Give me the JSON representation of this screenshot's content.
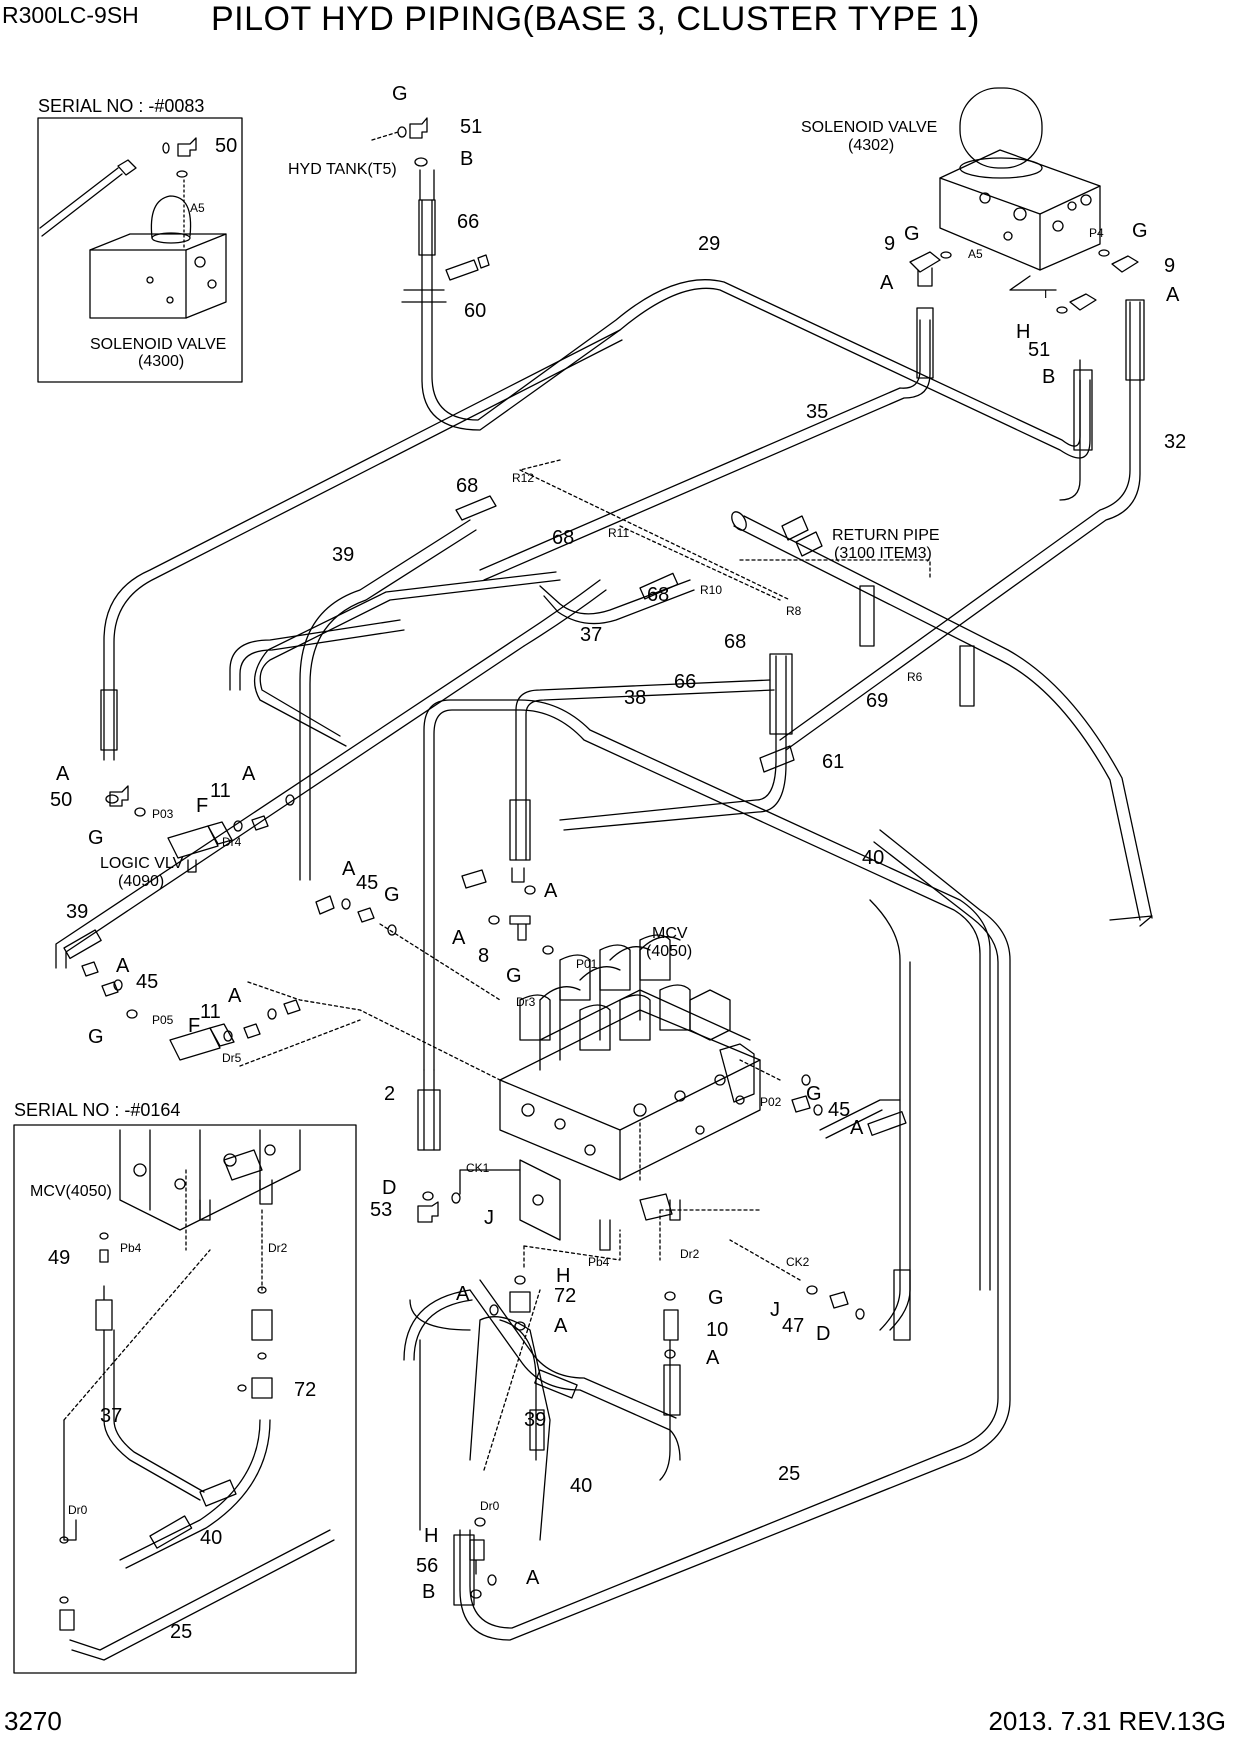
{
  "header": {
    "model": "R300LC-9SH",
    "title": "PILOT HYD PIPING(BASE 3, CLUSTER TYPE 1)"
  },
  "footer": {
    "page": "3270",
    "revision": "2013. 7.31  REV.13G"
  },
  "insets": {
    "top_left": {
      "serial": "SERIAL NO : -#0083",
      "component": "SOLENOID VALVE",
      "component_no": "(4300)"
    },
    "bottom_left": {
      "serial": "SERIAL NO : -#0164",
      "component": "MCV(4050)"
    }
  },
  "components": {
    "solenoid_valve": {
      "name": "SOLENOID VALVE",
      "no": "(4302)"
    },
    "return_pipe": {
      "name": "RETURN PIPE",
      "no": "(3100 ITEM3)"
    },
    "logic_valve": {
      "name": "LOGIC VLV",
      "no": "(4090)"
    },
    "mcv": {
      "name": "MCV",
      "no": "(4050)"
    },
    "hyd_tank": "HYD TANK(T5)"
  },
  "callouts": [
    {
      "id": "c1",
      "text": "50"
    },
    {
      "id": "c2",
      "text": "A5"
    },
    {
      "id": "c3",
      "text": "G"
    },
    {
      "id": "c4",
      "text": "51"
    },
    {
      "id": "c5",
      "text": "B"
    },
    {
      "id": "c6",
      "text": "66"
    },
    {
      "id": "c7",
      "text": "60"
    },
    {
      "id": "c8",
      "text": "29"
    },
    {
      "id": "c9",
      "text": "G"
    },
    {
      "id": "c10",
      "text": "9"
    },
    {
      "id": "c11",
      "text": "A5"
    },
    {
      "id": "c12",
      "text": "A"
    },
    {
      "id": "c13",
      "text": "P4"
    },
    {
      "id": "c14",
      "text": "G"
    },
    {
      "id": "c15",
      "text": "9"
    },
    {
      "id": "c16",
      "text": "A"
    },
    {
      "id": "c17",
      "text": "T"
    },
    {
      "id": "c18",
      "text": "H"
    },
    {
      "id": "c19",
      "text": "51"
    },
    {
      "id": "c20",
      "text": "B"
    },
    {
      "id": "c21",
      "text": "35"
    },
    {
      "id": "c22",
      "text": "32"
    },
    {
      "id": "c23",
      "text": "68"
    },
    {
      "id": "c24",
      "text": "R12"
    },
    {
      "id": "c25",
      "text": "68"
    },
    {
      "id": "c26",
      "text": "R11"
    },
    {
      "id": "c27",
      "text": "39"
    },
    {
      "id": "c28",
      "text": "68"
    },
    {
      "id": "c29",
      "text": "R10"
    },
    {
      "id": "c30",
      "text": "R8"
    },
    {
      "id": "c31",
      "text": "37"
    },
    {
      "id": "c32",
      "text": "68"
    },
    {
      "id": "c33",
      "text": "66"
    },
    {
      "id": "c34",
      "text": "R6"
    },
    {
      "id": "c35",
      "text": "69"
    },
    {
      "id": "c36",
      "text": "38"
    },
    {
      "id": "c37",
      "text": "61"
    },
    {
      "id": "c38",
      "text": "A"
    },
    {
      "id": "c39",
      "text": "50"
    },
    {
      "id": "c40",
      "text": "11"
    },
    {
      "id": "c41",
      "text": "A"
    },
    {
      "id": "c42",
      "text": "F"
    },
    {
      "id": "c43",
      "text": "P03"
    },
    {
      "id": "c44",
      "text": "G"
    },
    {
      "id": "c45",
      "text": "Dr4"
    },
    {
      "id": "c46",
      "text": "40"
    },
    {
      "id": "c47",
      "text": "A"
    },
    {
      "id": "c48",
      "text": "45"
    },
    {
      "id": "c49",
      "text": "G"
    },
    {
      "id": "c50",
      "text": "A"
    },
    {
      "id": "c51",
      "text": "39"
    },
    {
      "id": "c52",
      "text": "A"
    },
    {
      "id": "c53",
      "text": "8"
    },
    {
      "id": "c54",
      "text": "G"
    },
    {
      "id": "c55",
      "text": "P01"
    },
    {
      "id": "c56",
      "text": "A"
    },
    {
      "id": "c57",
      "text": "45"
    },
    {
      "id": "c58",
      "text": "Dr3"
    },
    {
      "id": "c59",
      "text": "11"
    },
    {
      "id": "c60",
      "text": "A"
    },
    {
      "id": "c61",
      "text": "G"
    },
    {
      "id": "c62",
      "text": "P05"
    },
    {
      "id": "c63",
      "text": "F"
    },
    {
      "id": "c64",
      "text": "Dr5"
    },
    {
      "id": "c65",
      "text": "2"
    },
    {
      "id": "c66",
      "text": "P02"
    },
    {
      "id": "c67",
      "text": "G"
    },
    {
      "id": "c68",
      "text": "45"
    },
    {
      "id": "c69",
      "text": "A"
    },
    {
      "id": "c70",
      "text": "D"
    },
    {
      "id": "c71",
      "text": "CK1"
    },
    {
      "id": "c72",
      "text": "53"
    },
    {
      "id": "c73",
      "text": "J"
    },
    {
      "id": "c74",
      "text": "H"
    },
    {
      "id": "c75",
      "text": "Pb4"
    },
    {
      "id": "c76",
      "text": "Dr2"
    },
    {
      "id": "c77",
      "text": "CK2"
    },
    {
      "id": "c78",
      "text": "A"
    },
    {
      "id": "c79",
      "text": "72"
    },
    {
      "id": "c80",
      "text": "A"
    },
    {
      "id": "c81",
      "text": "G"
    },
    {
      "id": "c82",
      "text": "J"
    },
    {
      "id": "c83",
      "text": "47"
    },
    {
      "id": "c84",
      "text": "D"
    },
    {
      "id": "c85",
      "text": "10"
    },
    {
      "id": "c86",
      "text": "A"
    },
    {
      "id": "c87",
      "text": "39"
    },
    {
      "id": "c88",
      "text": "40"
    },
    {
      "id": "c89",
      "text": "25"
    },
    {
      "id": "c90",
      "text": "Dr0"
    },
    {
      "id": "c91",
      "text": "H"
    },
    {
      "id": "c92",
      "text": "56"
    },
    {
      "id": "c93",
      "text": "A"
    },
    {
      "id": "c94",
      "text": "B"
    },
    {
      "id": "c95",
      "text": "49"
    },
    {
      "id": "c96",
      "text": "Pb4"
    },
    {
      "id": "c97",
      "text": "Dr2"
    },
    {
      "id": "c98",
      "text": "72"
    },
    {
      "id": "c99",
      "text": "37"
    },
    {
      "id": "c100",
      "text": "Dr0"
    },
    {
      "id": "c101",
      "text": "40"
    },
    {
      "id": "c102",
      "text": "25"
    }
  ]
}
